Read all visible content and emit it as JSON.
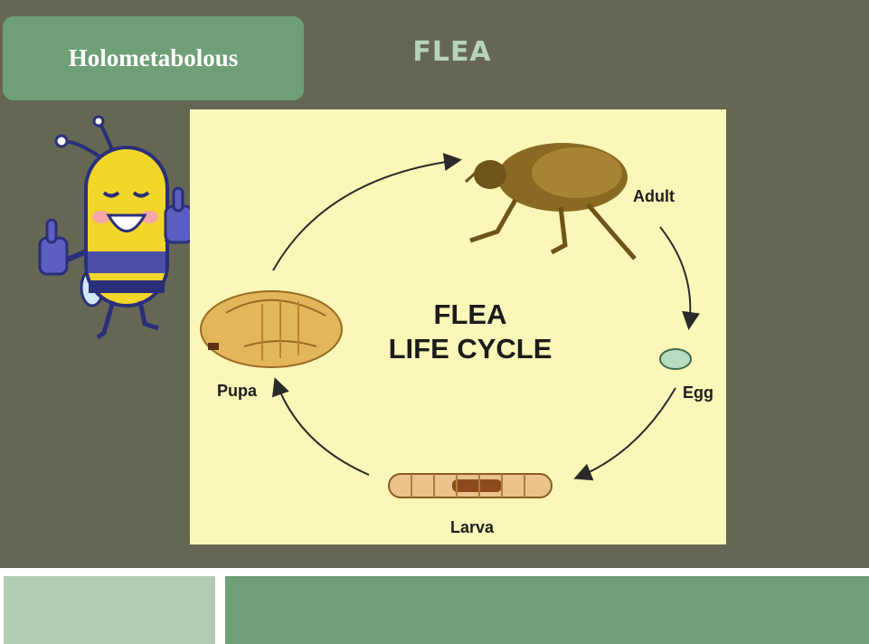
{
  "badge": {
    "label": "Holometabolous"
  },
  "header": {
    "title": "FLEA"
  },
  "diagram": {
    "title_line1": "FLEA",
    "title_line2": "LIFE CYCLE",
    "stages": {
      "adult": "Adult",
      "egg": "Egg",
      "larva": "Larva",
      "pupa": "Pupa"
    }
  },
  "colors": {
    "background": "#656754",
    "accent_green": "#6e9f77",
    "light_green": "#b1ccb3",
    "diagram_bg": "#fbf7b8"
  }
}
